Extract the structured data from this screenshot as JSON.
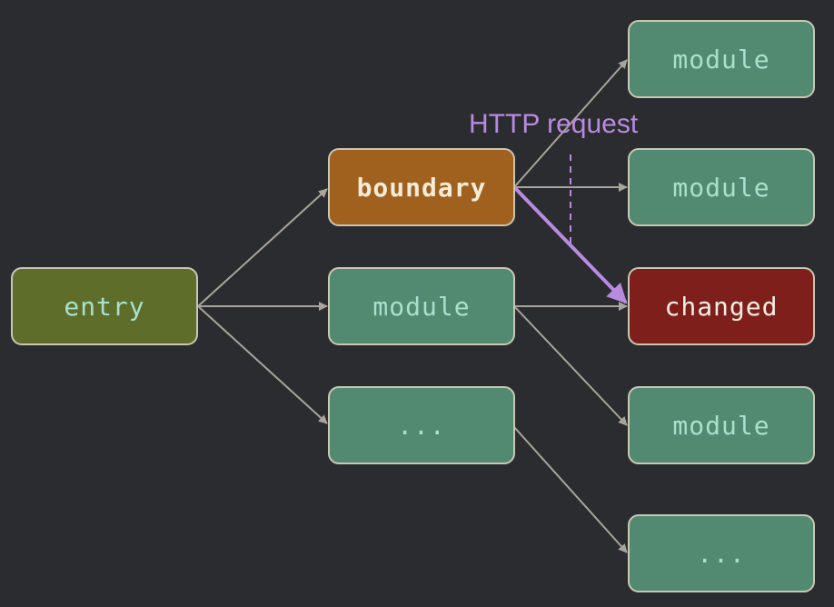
{
  "nodes": {
    "entry": "entry",
    "boundary": "boundary",
    "module_mid": "module",
    "ellipsis_mid": "...",
    "module_r1": "module",
    "module_r2": "module",
    "changed": "changed",
    "module_r4": "module",
    "ellipsis_r5": "..."
  },
  "annotation": {
    "http_request": "HTTP request"
  },
  "colors": {
    "background": "#2a2c30",
    "edge": "#a9a59a",
    "highlight_edge": "#b98be0",
    "entry": "#5e6e2a",
    "module": "#518a70",
    "boundary": "#a0601e",
    "changed": "#7e1f1b"
  }
}
